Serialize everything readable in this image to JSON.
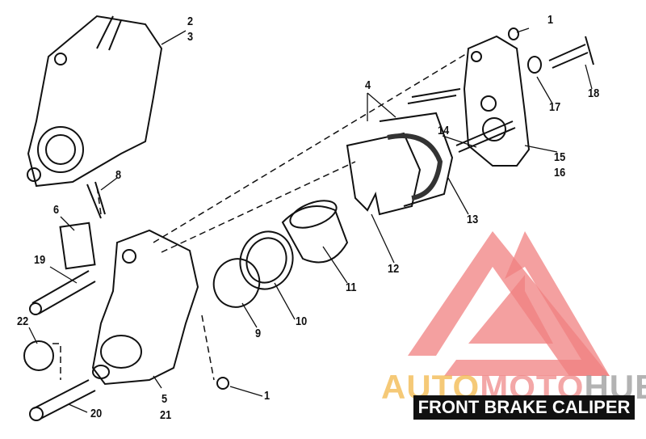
{
  "title": "FRONT BRAKE CALIPER",
  "watermark": {
    "part1": "AUTO",
    "part2": "MOTO",
    "part3": "HUB",
    "colors": {
      "auto": "#f2b84a",
      "moto": "#ef8a8a",
      "hub": "#9a9a9a",
      "logo": "#f08080"
    }
  },
  "callouts": [
    "1",
    "2",
    "3",
    "4",
    "5",
    "6",
    "8",
    "9",
    "10",
    "11",
    "12",
    "13",
    "14",
    "15",
    "16",
    "17",
    "18",
    "19",
    "20",
    "21",
    "22",
    "1"
  ]
}
